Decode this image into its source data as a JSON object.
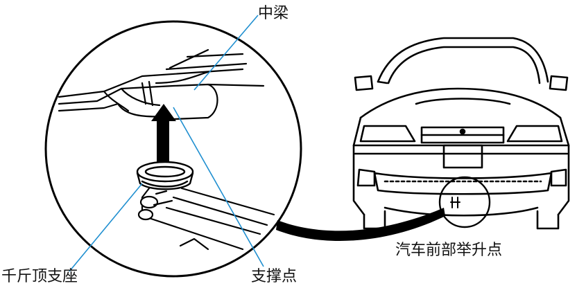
{
  "labels": {
    "center_beam": "中梁",
    "support_point": "支撑点",
    "jack_seat": "千斤顶支座",
    "front_lift_point": "汽车前部举升点"
  },
  "colors": {
    "leader_line": "#1f8fd0",
    "ink": "#000000"
  }
}
